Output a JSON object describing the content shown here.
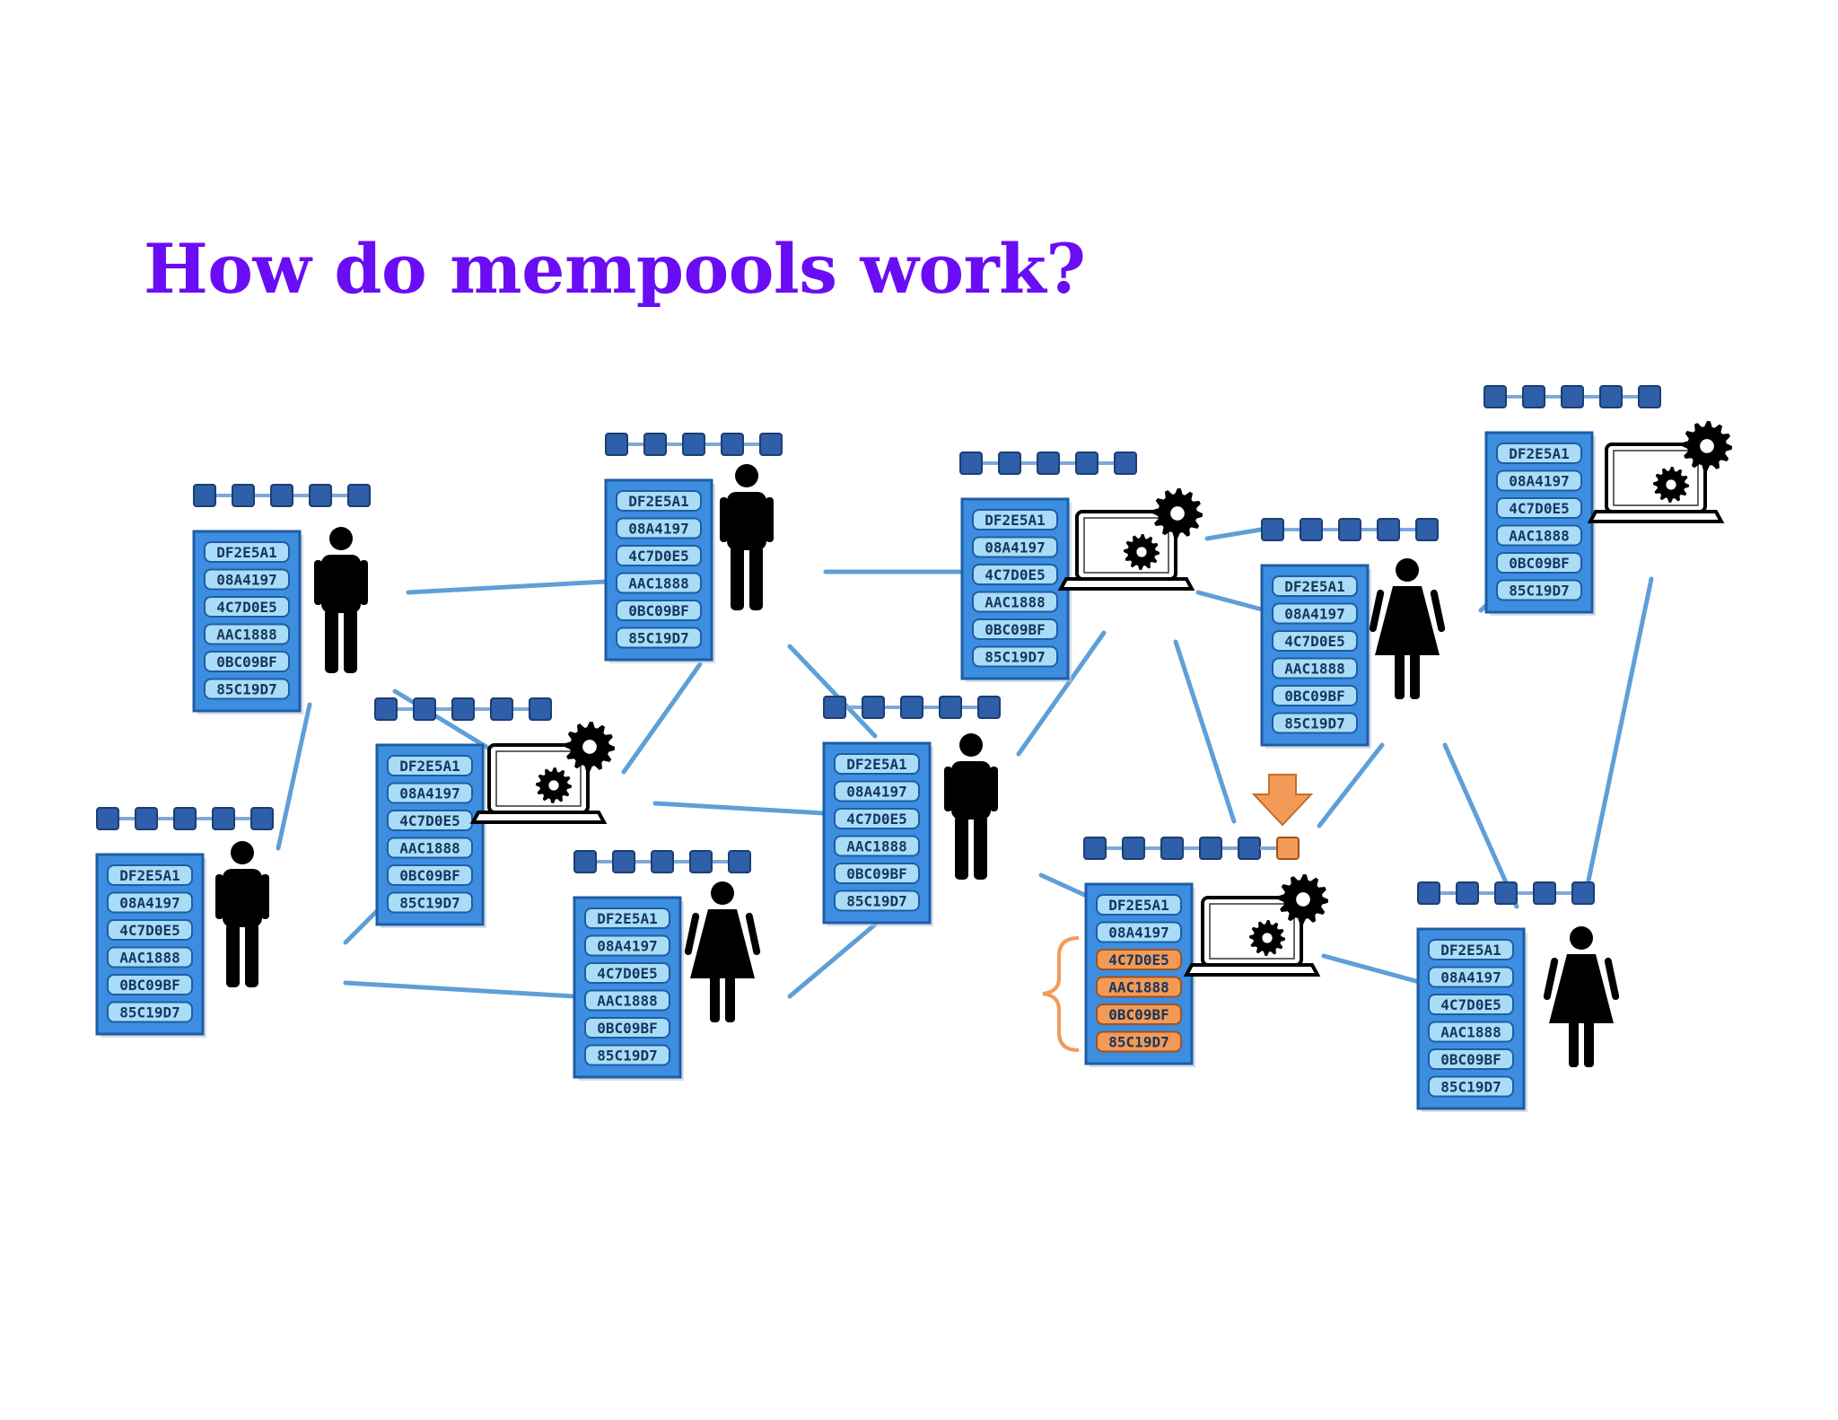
{
  "title": "How do mempools work?",
  "transactions": [
    "DF2E5A1",
    "08A4197",
    "4C7D0E5",
    "AAC1888",
    "0BC09BF",
    "85C19D7"
  ],
  "colors": {
    "title": "#6a0df5",
    "ledger_box": "#3d8ee0",
    "ledger_border": "#1e5da3",
    "tx_cell": "#a9dcf7",
    "tx_cell_border": "#1e5da3",
    "chain_block": "#2e5fa8",
    "edge": "#5f9fd8",
    "highlight": "#f29a57",
    "person": "#000000"
  },
  "nodes": [
    {
      "id": "n1",
      "type": "person-male"
    },
    {
      "id": "n2",
      "type": "person-male"
    },
    {
      "id": "n3",
      "type": "miner"
    },
    {
      "id": "n4",
      "type": "person-female"
    },
    {
      "id": "n5",
      "type": "miner"
    },
    {
      "id": "n6",
      "type": "person-male"
    },
    {
      "id": "n7",
      "type": "person-male"
    },
    {
      "id": "n8",
      "type": "person-female"
    },
    {
      "id": "n9",
      "type": "miner"
    },
    {
      "id": "n10",
      "type": "miner",
      "selected_transactions": [
        2,
        3,
        4,
        5
      ]
    },
    {
      "id": "n11",
      "type": "person-female"
    }
  ]
}
